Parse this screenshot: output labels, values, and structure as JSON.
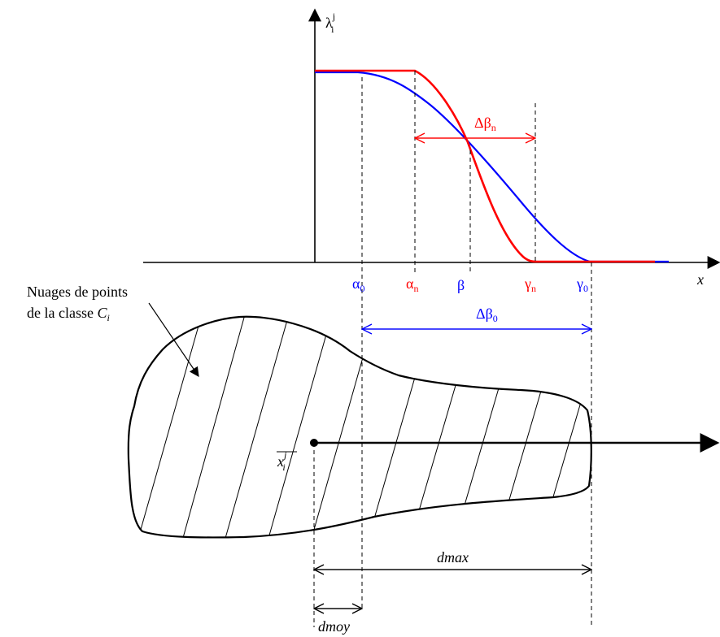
{
  "colors": {
    "axis": "#000000",
    "red": "#ff0000",
    "blue": "#0000ff",
    "guide": "#000000"
  },
  "y_axis": {
    "symbol": "λ",
    "sup": "j",
    "sub": "i"
  },
  "x_axis": {
    "label": "x"
  },
  "ticks": {
    "alpha0": {
      "sym": "α",
      "sub": "0"
    },
    "alphan": {
      "sym": "α",
      "sub": "n"
    },
    "beta": {
      "sym": "β",
      "sub": ""
    },
    "gamman": {
      "sym": "γ",
      "sub": "n"
    },
    "gamma0": {
      "sym": "γ",
      "sub": "0"
    }
  },
  "dimension_labels": {
    "delta_beta_n": {
      "sym": "Δβ",
      "sub": "n"
    },
    "delta_beta_0": {
      "sym": "Δβ",
      "sub": "0"
    },
    "dmax": "dmax",
    "dmoy": "dmoy"
  },
  "cloud_label": {
    "line1": "Nuages de points",
    "line2_prefix": "de la classe ",
    "class_symbol": "C",
    "class_sub": "i"
  },
  "centroid_label": {
    "symbol": "x",
    "sup": "j",
    "sub": "i"
  }
}
